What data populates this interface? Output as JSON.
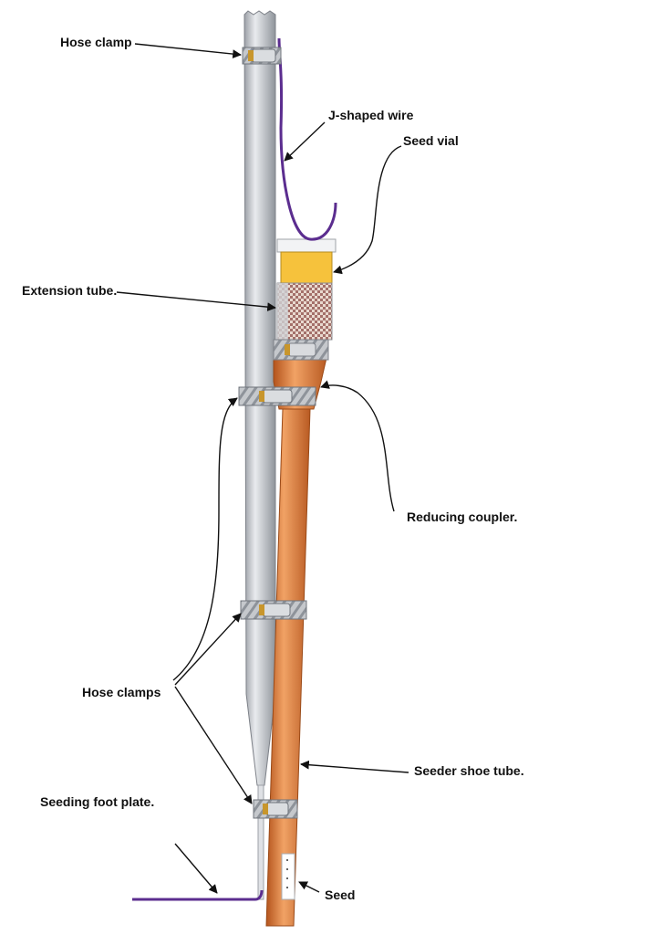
{
  "labels": {
    "hose_clamp": "Hose clamp",
    "j_wire": "J-shaped wire",
    "seed_vial": "Seed vial",
    "extension_tube": "Extension tube.",
    "reducing_coupler": "Reducing coupler.",
    "hose_clamps": "Hose clamps",
    "seeder_shoe_tube": "Seeder shoe tube.",
    "seeding_foot_plate": "Seeding foot plate.",
    "seed": "Seed"
  },
  "colors": {
    "extension_tube": "#c9ccd1",
    "seeder_tube": "#e07b34",
    "vial_cap": "#eef0f2",
    "vial_top": "#f7c640",
    "vial_mesh": "#b98a7a",
    "clamp": "#b9bcc1",
    "clamp_screw": "#c8962c",
    "wire": "#5b2d8f",
    "arrow": "#111111"
  }
}
